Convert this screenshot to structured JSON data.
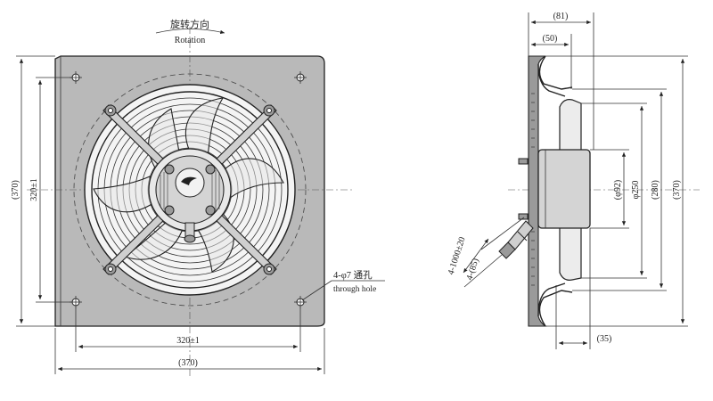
{
  "front_view": {
    "rotation_cn": "旋转方向",
    "rotation_en": "Rotation",
    "height_dim": "(370)",
    "hole_pitch_v": "320±1",
    "hole_pitch_h": "320±1",
    "width_dim": "(370)",
    "holes_label": "4-φ7 通孔",
    "holes_label_en": "through hole"
  },
  "side_view": {
    "depth_total": "(81)",
    "depth_guard": "(50)",
    "motor_depth": "(35)",
    "motor_dia": "(φ92)",
    "blade_dia": "φ250",
    "guard_dia": "(280)",
    "frame_height": "(370)",
    "cable_length": "4-1000±20",
    "cable_gland": "4-(85)"
  },
  "colors": {
    "line": "#222222",
    "plate_fill": "#b9b9b9",
    "shade_fill": "#9a9a9a",
    "motor_fill": "#d4d4d4"
  }
}
